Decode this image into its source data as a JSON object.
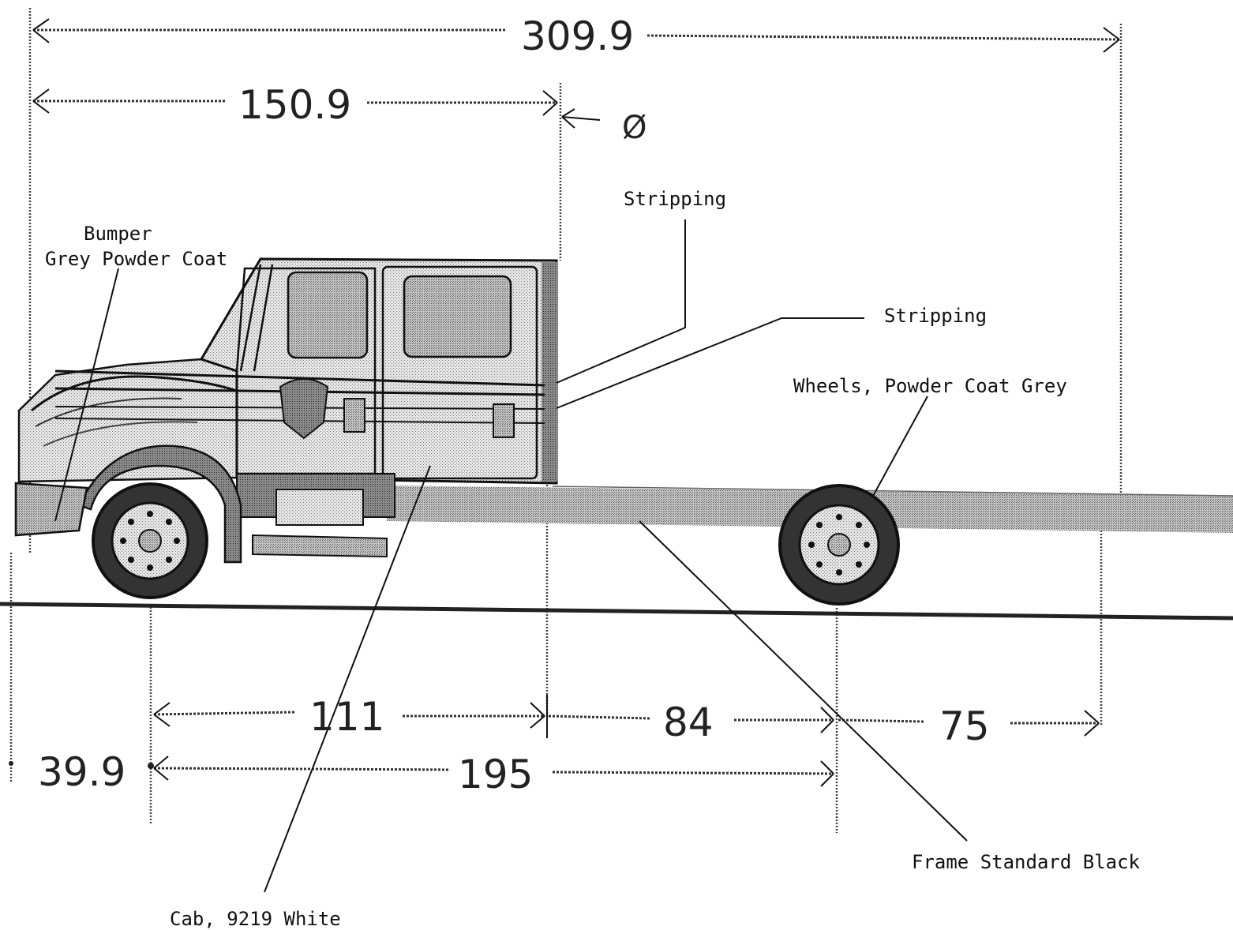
{
  "dimensions": {
    "overall_length": "309.9",
    "front_to_cab": "150.9",
    "zero_mark": "Ø",
    "front_overhang": "39.9",
    "axle_to_cab": "111",
    "cab_to_rear_axle": "84",
    "rear_overhang": "75",
    "wheelbase": "195"
  },
  "callouts": {
    "bumper_line1": "Bumper",
    "bumper_line2": "Grey Powder Coat",
    "stripping_top": "Stripping",
    "stripping_right": "Stripping",
    "wheels": "Wheels, Powder Coat Grey",
    "frame": "Frame Standard Black",
    "cab": "Cab, 9219 White"
  },
  "colors": {
    "line": "#111111",
    "stipple_light": "#d0d0d0",
    "stipple_mid": "#a8a8a8",
    "stipple_dark": "#6e6e6e"
  }
}
